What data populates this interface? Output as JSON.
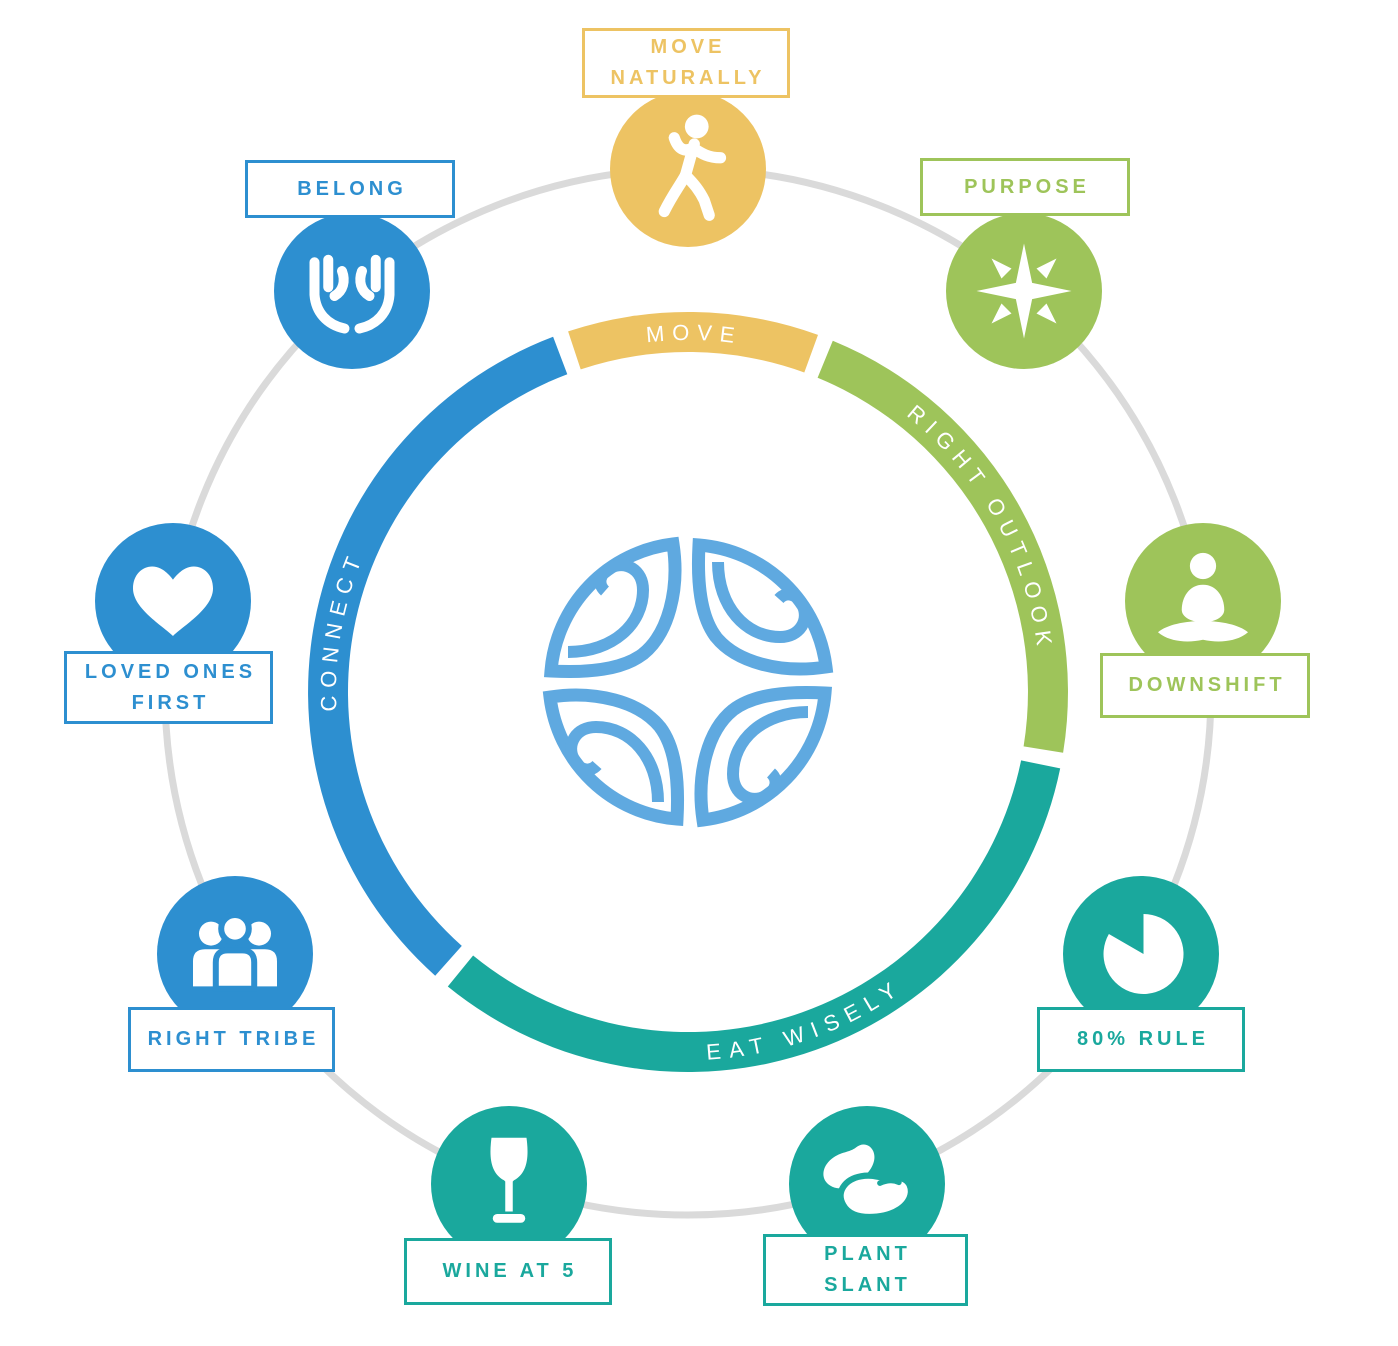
{
  "background_color": "#FFFFFF",
  "diagram": {
    "name": "power-9-wheel",
    "outer_circle_color": "#DADADA",
    "center_logo": {
      "icon": "blue-zones-leaf-emblem",
      "color": "#5FA9E0"
    },
    "ring_segments": [
      {
        "label": "MOVE",
        "color": "#EDC363"
      },
      {
        "label": "RIGHT OUTLOOK",
        "color": "#9EC45A"
      },
      {
        "label": "EAT WISELY",
        "color": "#1AA89D"
      },
      {
        "label": "CONNECT",
        "color": "#2D8FD0"
      }
    ],
    "items": [
      {
        "label": "MOVE\nNATURALLY",
        "icon": "walking-person",
        "color": "#EDC363",
        "segment": "MOVE"
      },
      {
        "label": "PURPOSE",
        "icon": "compass-star",
        "color": "#9EC45A",
        "segment": "RIGHT OUTLOOK"
      },
      {
        "label": "DOWNSHIFT",
        "icon": "meditating-person",
        "color": "#9EC45A",
        "segment": "RIGHT OUTLOOK"
      },
      {
        "label": "80% RULE",
        "icon": "pie-chart",
        "color": "#1AA89D",
        "segment": "EAT WISELY"
      },
      {
        "label": "PLANT\nSLANT",
        "icon": "beans",
        "color": "#1AA89D",
        "segment": "EAT WISELY"
      },
      {
        "label": "WINE AT 5",
        "icon": "wine-glass",
        "color": "#1AA89D",
        "segment": "EAT WISELY"
      },
      {
        "label": "RIGHT TRIBE",
        "icon": "people-group",
        "color": "#2D8FD0",
        "segment": "CONNECT"
      },
      {
        "label": "LOVED ONES\nFIRST",
        "icon": "heart",
        "color": "#2D8FD0",
        "segment": "CONNECT"
      },
      {
        "label": "BELONG",
        "icon": "cupped-hands",
        "color": "#2D8FD0",
        "segment": "CONNECT"
      }
    ]
  }
}
